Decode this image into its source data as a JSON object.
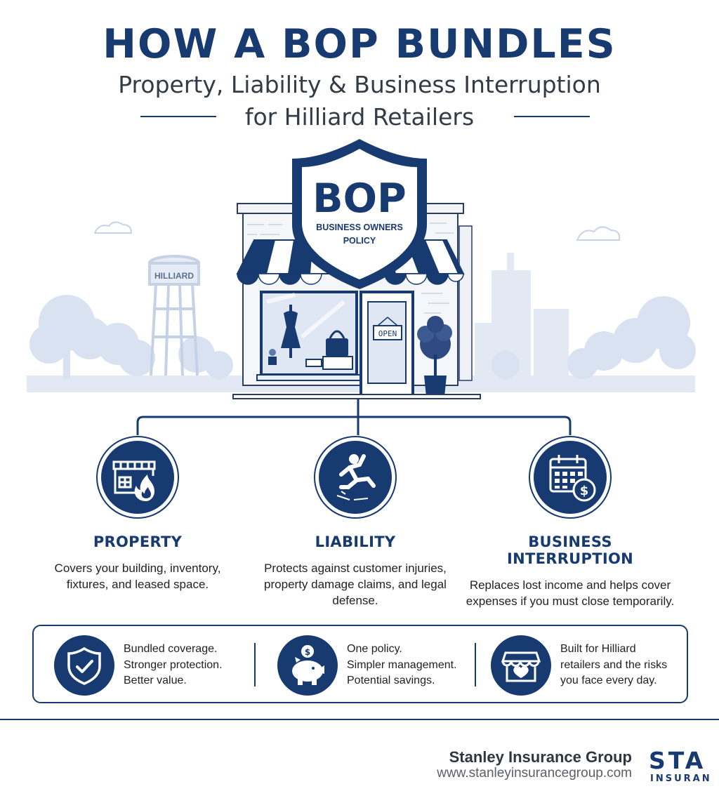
{
  "header": {
    "title": "HOW A BOP BUNDLES",
    "subtitle_line1": "Property, Liability & Business Interruption",
    "subtitle_line2": "for Hilliard Retailers"
  },
  "scene": {
    "shield_title": "BOP",
    "shield_line1": "BUSINESS OWNERS",
    "shield_line2": "POLICY",
    "water_tower_label": "HILLIARD",
    "door_sign": "OPEN"
  },
  "pillars": [
    {
      "icon": "building-fire-icon",
      "title": "PROPERTY",
      "lines": [
        "Covers your building,",
        "inventory, fixtures, and",
        "leased space."
      ]
    },
    {
      "icon": "slip-fall-icon",
      "title": "LIABILITY",
      "lines": [
        "Protects against customer",
        "injuries, property damage",
        "claims, and legal defense."
      ]
    },
    {
      "icon": "calendar-dollar-icon",
      "title": "BUSINESS INTERRUPTION",
      "lines": [
        "Replaces lost income",
        "and helps cover expenses",
        "if you must close temporarily."
      ]
    }
  ],
  "benefits": [
    {
      "icon": "shield-check-icon",
      "lines": [
        "Bundled coverage.",
        "Stronger protection.",
        "Better value."
      ]
    },
    {
      "icon": "piggy-bank-icon",
      "lines": [
        "One policy.",
        "Simpler management.",
        "Potential savings."
      ]
    },
    {
      "icon": "storefront-heart-icon",
      "lines": [
        "Built for Hilliard",
        "retailers and the risks",
        "you face every day."
      ]
    }
  ],
  "footer": {
    "company": "Stanley Insurance Group",
    "url": "www.stanleyinsurancegroup.com",
    "logo_top": "STA",
    "logo_bottom": "INSURAN"
  },
  "colors": {
    "navy": "#173a70",
    "light_blue": "#dde5f2",
    "text": "#222222"
  }
}
